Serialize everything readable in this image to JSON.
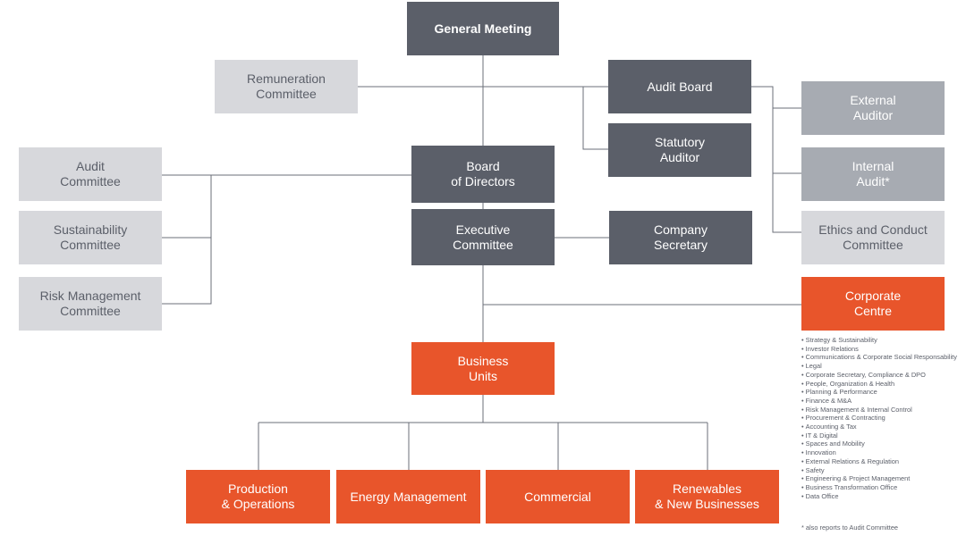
{
  "chart": {
    "general_meeting": "General Meeting",
    "remuneration_committee": "Remuneration\nCommittee",
    "audit_board": "Audit Board",
    "statutory_auditor": "Statutory\nAuditor",
    "external_auditor": "External\nAuditor",
    "internal_audit": "Internal\nAudit*",
    "ethics_committee": "Ethics and Conduct\nCommittee",
    "audit_committee": "Audit\nCommittee",
    "sustainability_committee": "Sustainability\nCommittee",
    "risk_committee": "Risk Management\nCommittee",
    "board_of_directors": "Board\nof Directors",
    "executive_committee": "Executive\nCommittee",
    "company_secretary": "Company\nSecretary",
    "corporate_centre": "Corporate\nCentre",
    "business_units": "Business\nUnits",
    "production_operations": "Production\n& Operations",
    "energy_management": "Energy Management",
    "commercial": "Commercial",
    "renewables": "Renewables\n& New Businesses"
  },
  "corporate_centre_functions": [
    "Strategy & Sustainability",
    "Investor Relations",
    "Communications & Corporate Social Responsability",
    "Legal",
    "Corporate Secretary, Compliance & DPO",
    "People, Organization & Health",
    "Planning & Performance",
    "Finance & M&A",
    "Risk Management & Internal Control",
    "Procurement & Contracting",
    "Accounting & Tax",
    "IT & Digital",
    "Spaces and Mobility",
    "Innovation",
    "External Relations & Regulation",
    "Safety",
    "Engineering & Project Management",
    "Business Transformation Office",
    "Data Office"
  ],
  "footnote": "* also reports to Audit Committee",
  "colors": {
    "dark_box": "#5b5f69",
    "light_box": "#d7d8dc",
    "mid_box": "#a7abb2",
    "accent": "#e8552b",
    "connector": "#6b6f78"
  }
}
